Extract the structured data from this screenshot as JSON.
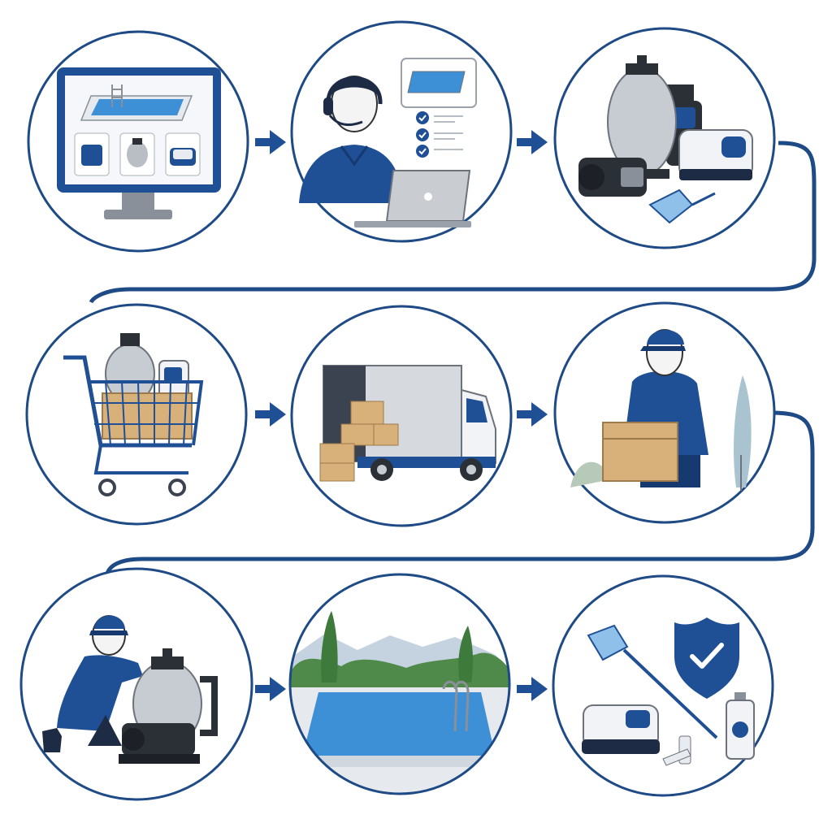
{
  "diagram": {
    "kind": "process-flow",
    "palette": {
      "primary": "#1f4f95",
      "ring": "#1e4a86",
      "water": "#3d8fd6",
      "gray": "#c7ccd3",
      "dark": "#2b2f36",
      "box": "#d8b07a",
      "leaf": "#4f8a4a",
      "skin": "#f4f4f4"
    },
    "steps": [
      {
        "id": "browse-online",
        "icon": "computer-monitor-icon"
      },
      {
        "id": "customer-support",
        "icon": "headset-agent-icon"
      },
      {
        "id": "pool-equipment",
        "icon": "pump-filter-icon"
      },
      {
        "id": "add-to-cart",
        "icon": "shopping-cart-icon"
      },
      {
        "id": "shipping",
        "icon": "delivery-truck-icon"
      },
      {
        "id": "delivery",
        "icon": "courier-box-icon"
      },
      {
        "id": "installation",
        "icon": "technician-icon"
      },
      {
        "id": "enjoy-pool",
        "icon": "swimming-pool-icon"
      },
      {
        "id": "maintenance",
        "icon": "shield-check-icon"
      }
    ],
    "connections": [
      [
        "browse-online",
        "customer-support"
      ],
      [
        "customer-support",
        "pool-equipment"
      ],
      [
        "pool-equipment",
        "add-to-cart"
      ],
      [
        "add-to-cart",
        "shipping"
      ],
      [
        "shipping",
        "delivery"
      ],
      [
        "delivery",
        "installation"
      ],
      [
        "installation",
        "enjoy-pool"
      ],
      [
        "enjoy-pool",
        "maintenance"
      ]
    ]
  }
}
